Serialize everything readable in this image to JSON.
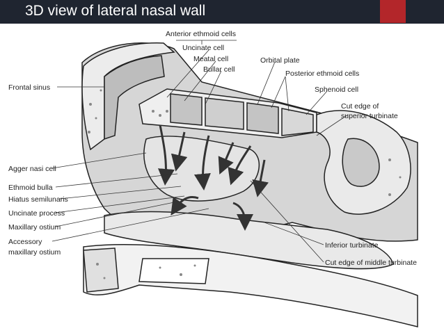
{
  "slide": {
    "title": "3D view of lateral nasal wall",
    "colors": {
      "header": "#1f2530",
      "accent": "#b3262a",
      "title_text": "#ffffff"
    }
  },
  "labels": {
    "frontal_sinus": "Frontal sinus",
    "anterior_ethmoid_cells": "Anterior ethmoid cells",
    "uncinate_cell": "Uncinate cell",
    "meatal_cell": "Meatal cell",
    "bullar_cell": "Bullar cell",
    "orbital_plate": "Orbital plate",
    "posterior_ethmoid_cells": "Posterior ethmoid cells",
    "sphenoid_cell": "Sphenoid cell",
    "cut_edge_superior_1": "Cut edge of",
    "cut_edge_superior_2": "superior turbinate",
    "agger_nasi_cell": "Agger nasi cell",
    "ethmoid_bulla": "Ethmoid bulla",
    "hiatus_semilunaris": "Hiatus semilunaris",
    "uncinate_process": "Uncinate process",
    "maxillary_ostium": "Maxillary ostium",
    "accessory_1": "Accessory",
    "accessory_2": "maxillary ostium",
    "inferior_turbinate": "Inferior turbinate",
    "cut_edge_middle": "Cut edge of middle turbinate"
  }
}
